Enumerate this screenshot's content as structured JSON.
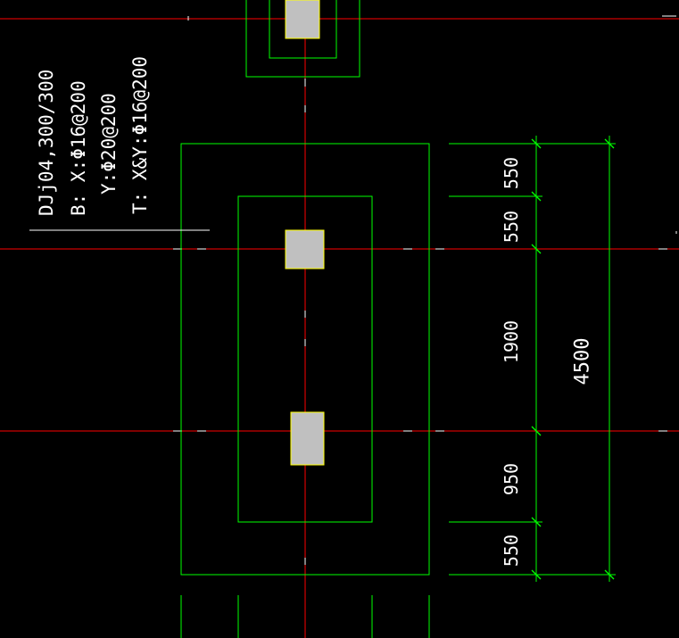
{
  "colors": {
    "background": "#000000",
    "axis": "#ff0000",
    "outline": "#00ff00",
    "column_fill": "#c0c0c0",
    "column_stroke": "#ffff00",
    "text": "#ffffff"
  },
  "annotation": {
    "line1": "DJj04,300/300",
    "line2": "B: X:Φ16@200",
    "line3": "Y:Φ20@200",
    "line4": "T: X&Y:Φ16@200"
  },
  "dimensions": {
    "segments": [
      "550",
      "550",
      "1900",
      "950",
      "550"
    ],
    "total": "4500"
  }
}
